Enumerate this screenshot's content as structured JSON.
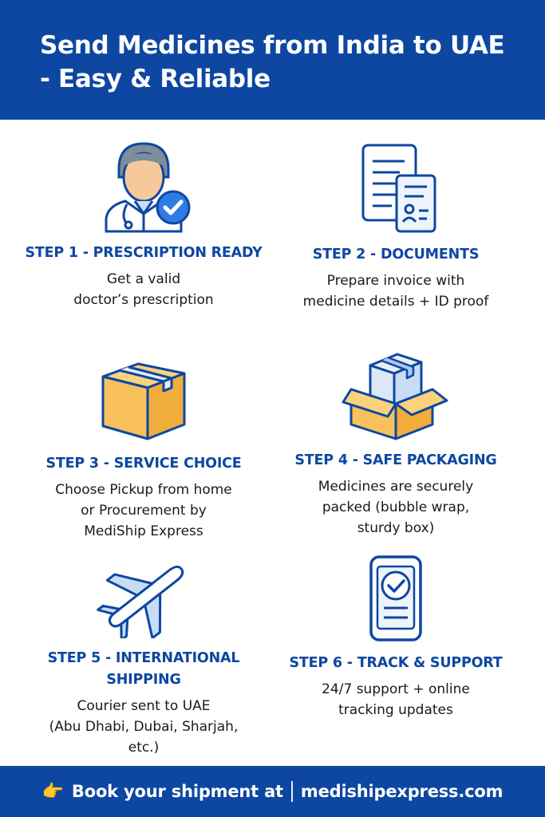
{
  "header": {
    "title": "Send Medicines from India to UAE - Easy & Reliable"
  },
  "steps": [
    {
      "title": "STEP 1 - PRESCRIPTION READY",
      "desc": "Get a valid\ndoctor’s prescription",
      "icon": "doctor-check-icon"
    },
    {
      "title": "STEP 2 - DOCUMENTS",
      "desc": "Prepare invoice with\nmedicine details + ID proof",
      "icon": "documents-icon"
    },
    {
      "title": "STEP 3 - SERVICE CHOICE",
      "desc": "Choose Pickup from home\nor Procurement by\nMediShip Express",
      "icon": "box-icon"
    },
    {
      "title": "STEP 4 - SAFE PACKAGING",
      "desc": "Medicines are securely\npacked (bubble wrap,\nsturdy box)",
      "icon": "open-box-icon"
    },
    {
      "title": "STEP 5 - INTERNATIONAL SHIPPING",
      "desc": "Courier sent to UAE\n(Abu Dhabi, Dubai, Sharjah,\netc.)",
      "icon": "airplane-icon"
    },
    {
      "title": "STEP 6 - TRACK & SUPPORT",
      "desc": "24/7 support + online\ntracking updates",
      "icon": "phone-check-icon"
    }
  ],
  "footer": {
    "hand": "👉",
    "cta": "Book your shipment at",
    "url": "mediship​express.com"
  },
  "colors": {
    "brand": "#0d47a1",
    "accent": "#2e7be6",
    "box": "#f8c15c"
  }
}
